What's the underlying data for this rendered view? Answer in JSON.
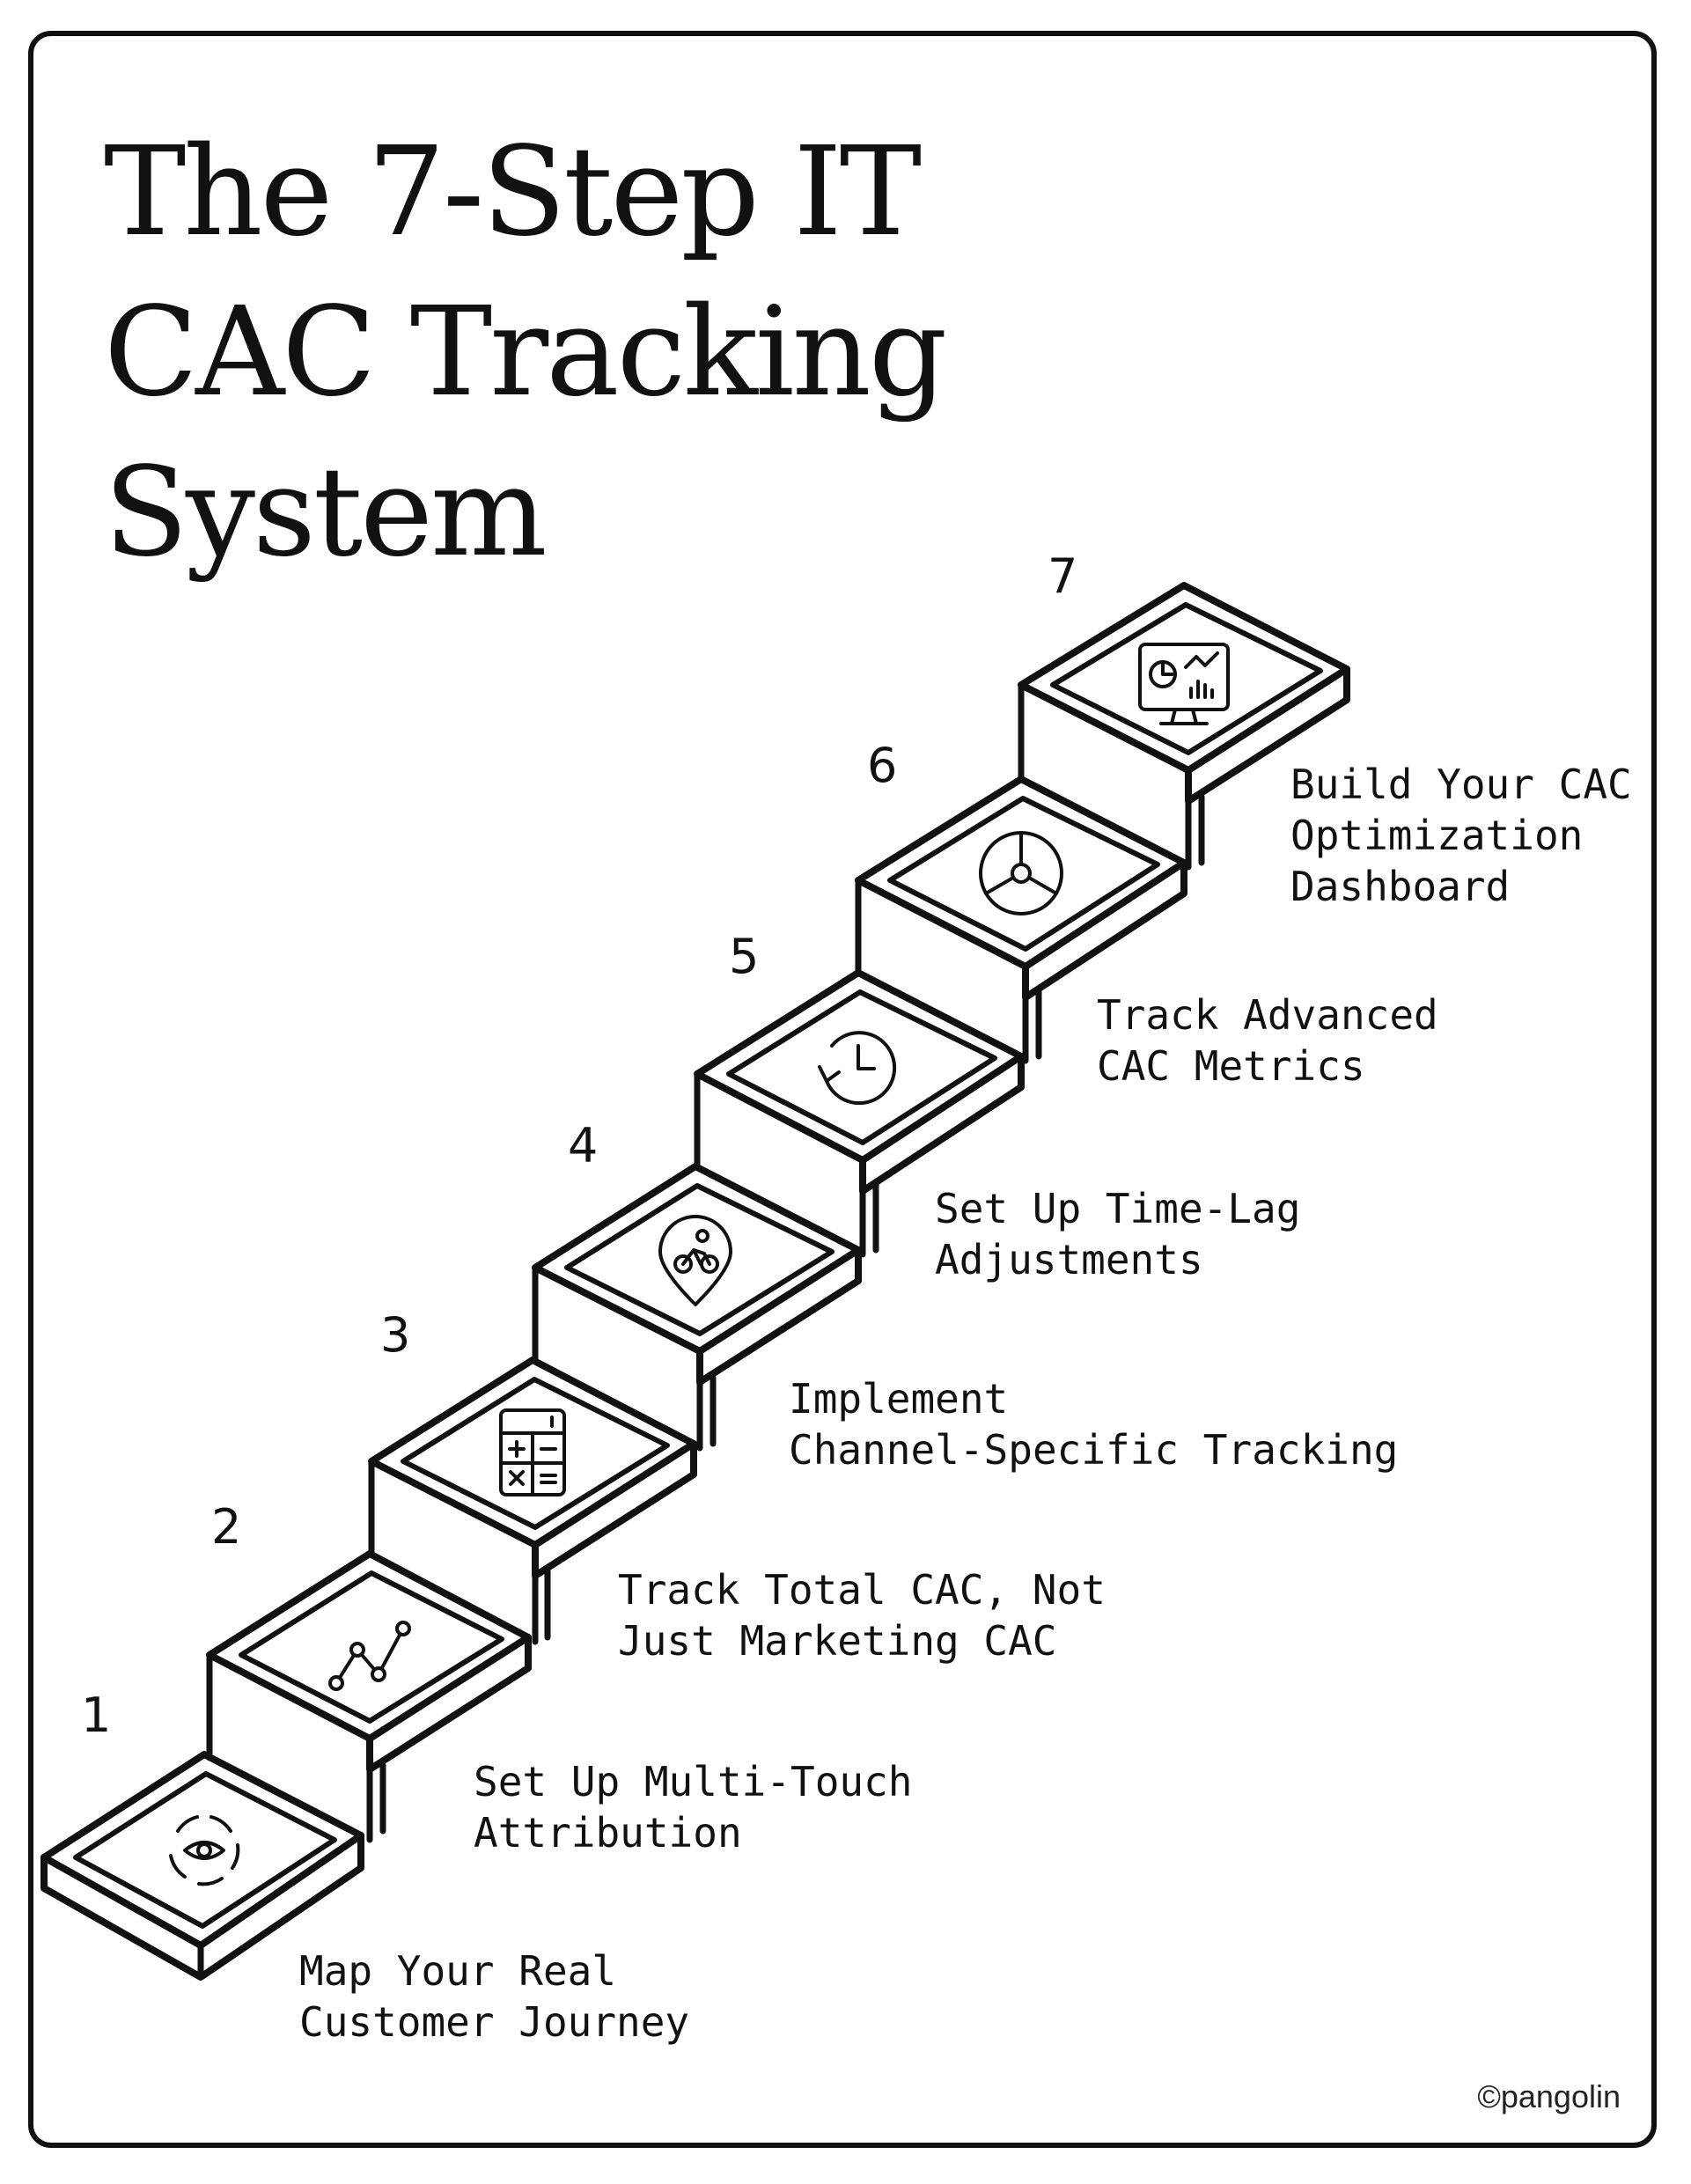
{
  "title": {
    "line1": "The 7-Step IT",
    "line2": "CAC Tracking",
    "line3": "System"
  },
  "steps": [
    {
      "number": "1",
      "line1": "Map Your Real",
      "line2": "Customer Journey",
      "icon": "eye-cycle-icon"
    },
    {
      "number": "2",
      "line1": "Set Up Multi-Touch",
      "line2": "Attribution",
      "icon": "line-graph-icon"
    },
    {
      "number": "3",
      "line1": "Track Total CAC, Not",
      "line2": "Just Marketing CAC",
      "icon": "calculator-icon"
    },
    {
      "number": "4",
      "line1": "Implement",
      "line2": "Channel-Specific Tracking",
      "icon": "cyclist-pin-icon"
    },
    {
      "number": "5",
      "line1": "Set Up Time-Lag",
      "line2": "Adjustments",
      "icon": "clock-history-icon"
    },
    {
      "number": "6",
      "line1": "Track Advanced",
      "line2": "CAC Metrics",
      "icon": "pie-chart-icon"
    },
    {
      "number": "7",
      "line1": "Build Your CAC",
      "line2": "Optimization",
      "line3": "Dashboard",
      "icon": "dashboard-monitor-icon"
    }
  ],
  "credit": "©pangolin",
  "colors": {
    "ink": "#111111",
    "background": "#ffffff"
  }
}
